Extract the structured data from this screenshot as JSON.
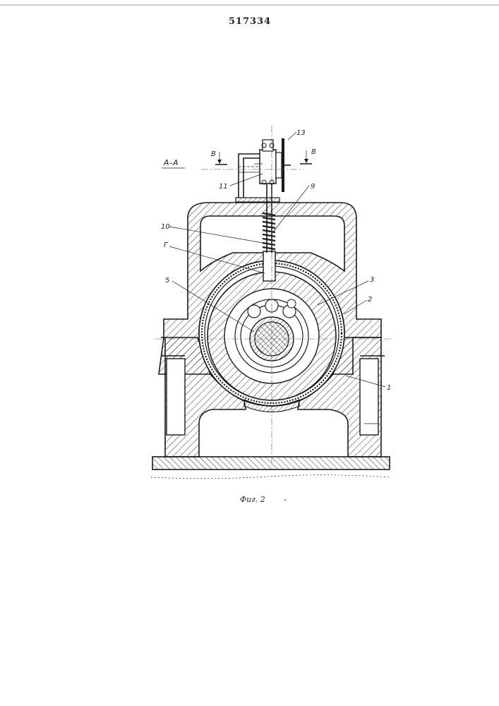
{
  "document": {
    "patent_number": "517334",
    "section_label": "А–А",
    "view_arrow_label": "В",
    "figure_caption": "Фиг. 2"
  },
  "drawing": {
    "part_labels": {
      "p1": "1",
      "p2": "2",
      "p3": "3",
      "p5": "5",
      "p9": "9",
      "p10": "10",
      "p11": "11",
      "p13": "13",
      "pG": "Г"
    },
    "colors": {
      "ink": "#1a1a1a",
      "paper": "#ffffff"
    }
  }
}
